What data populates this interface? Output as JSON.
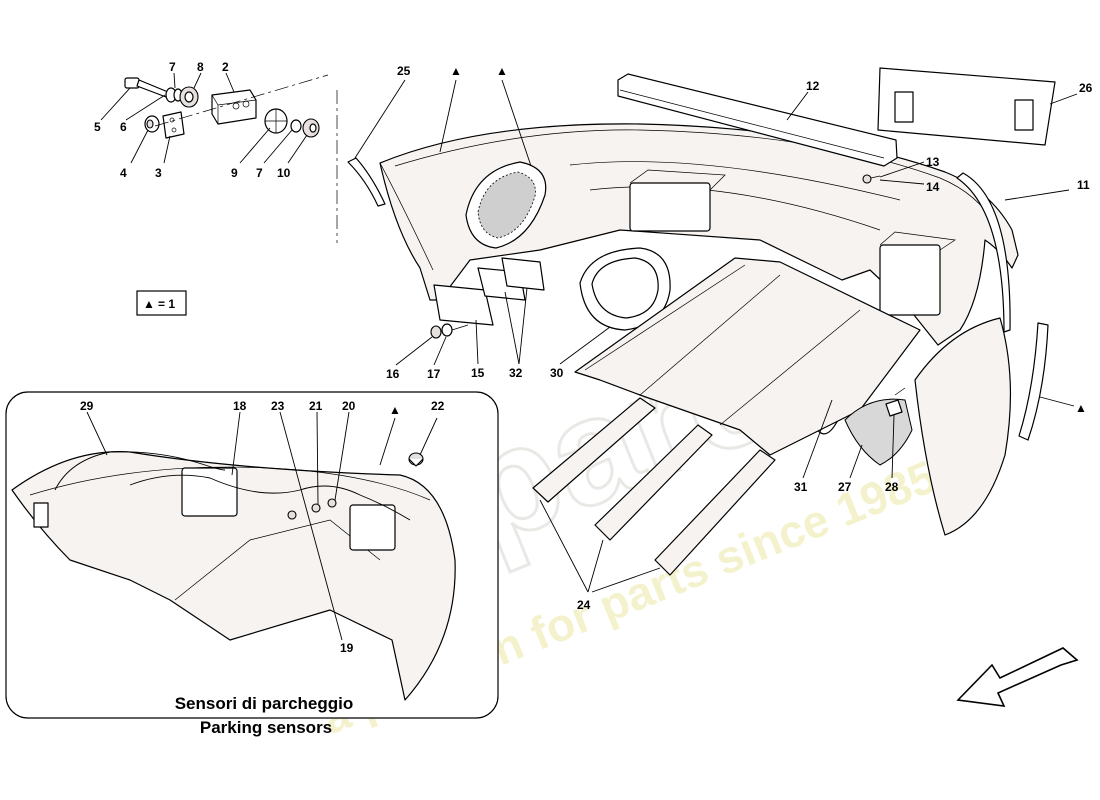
{
  "watermark": {
    "brand": "eurospares",
    "tagline": "a passion for parts since 1985"
  },
  "legend": {
    "symbol": "▲",
    "text": "= 1"
  },
  "inset": {
    "caption_line1": "Sensori di parcheggio",
    "caption_line2": "Parking sensors"
  },
  "callouts": {
    "c2": "2",
    "c3": "3",
    "c4": "4",
    "c5": "5",
    "c6": "6",
    "c7a": "7",
    "c7b": "7",
    "c8": "8",
    "c9": "9",
    "c10": "10",
    "c11": "11",
    "c12": "12",
    "c13": "13",
    "c14": "14",
    "c15": "15",
    "c16": "16",
    "c17": "17",
    "c18": "18",
    "c19": "19",
    "c20": "20",
    "c21": "21",
    "c22": "22",
    "c23": "23",
    "c24": "24",
    "c25": "25",
    "c26": "26",
    "c27": "27",
    "c28": "28",
    "c29": "29",
    "c30": "30",
    "c31": "31",
    "c32": "32",
    "tri1": "▲",
    "tri2": "▲",
    "tri3": "▲",
    "tri4": "▲"
  },
  "colors": {
    "line": "#000000",
    "watermark_grey": "#d9d6cf",
    "watermark_yellow": "#ece9a6"
  }
}
